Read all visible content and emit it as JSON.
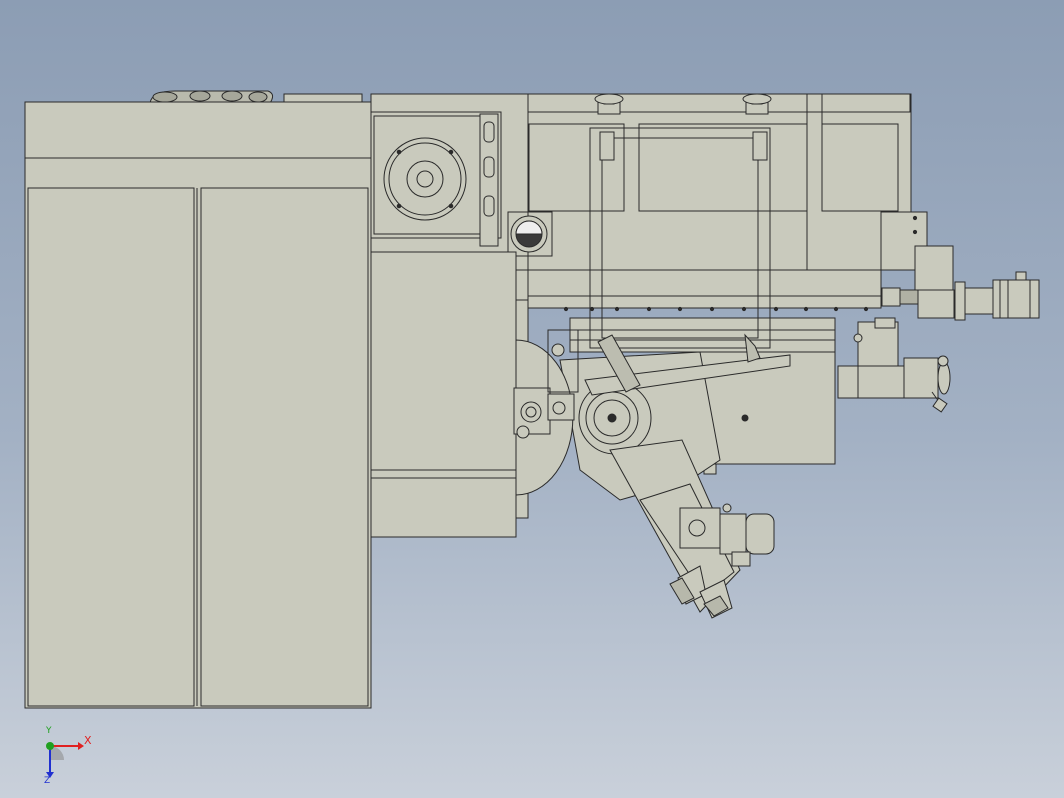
{
  "viewport": {
    "background_top": "#8c9db4",
    "background_bottom": "#c9d0da",
    "model_fill": "#c9cabd",
    "model_stroke": "#2a2a2a"
  },
  "triad": {
    "x_label": "X",
    "y_label": "Y",
    "z_label": "Z",
    "x_color": "#e02020",
    "y_color": "#20a020",
    "z_color": "#2030d0"
  }
}
